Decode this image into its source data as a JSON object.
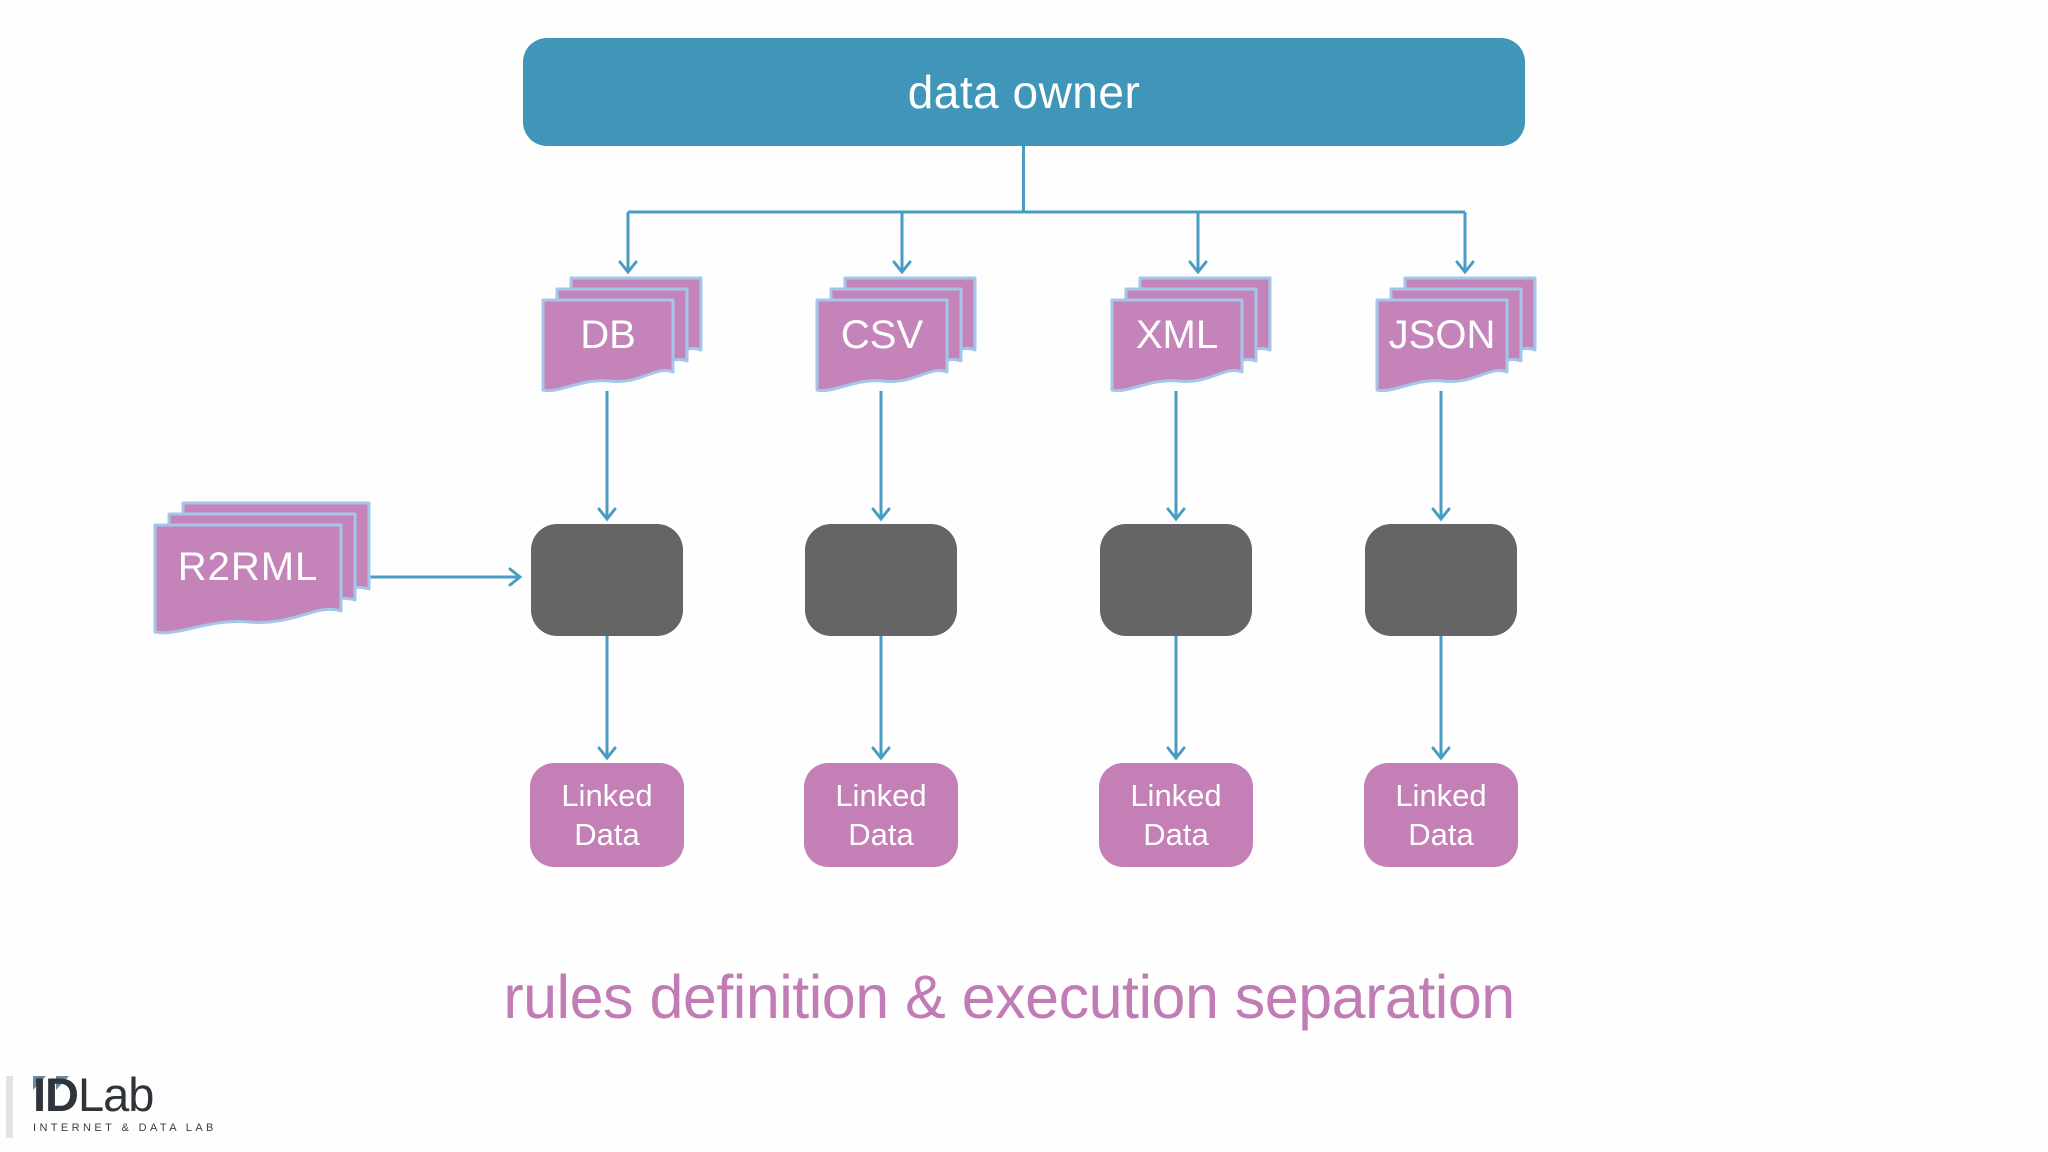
{
  "slide": {
    "root_label": "data owner",
    "rules_doc_label": "R2RML",
    "columns": [
      {
        "source_label": "DB",
        "output_label": "Linked Data"
      },
      {
        "source_label": "CSV",
        "output_label": "Linked Data"
      },
      {
        "source_label": "XML",
        "output_label": "Linked Data"
      },
      {
        "source_label": "JSON",
        "output_label": "Linked Data"
      }
    ],
    "caption": "rules definition & execution separation"
  },
  "logo": {
    "wordmark_strong": "ID",
    "wordmark_light": "Lab",
    "tagline": "INTERNET & DATA LAB"
  },
  "colors": {
    "root_fill": "#4096B8",
    "connector": "#4A9DC1",
    "document_fill": "#C584B9",
    "document_border": "#A3C6E9",
    "processor_fill": "#656565",
    "output_fill": "#C480B6",
    "caption_text": "#C27CB5",
    "label_text": "#FFFFFF",
    "logo_dark": "#2F343B",
    "logo_accent": "#6C88A9"
  }
}
